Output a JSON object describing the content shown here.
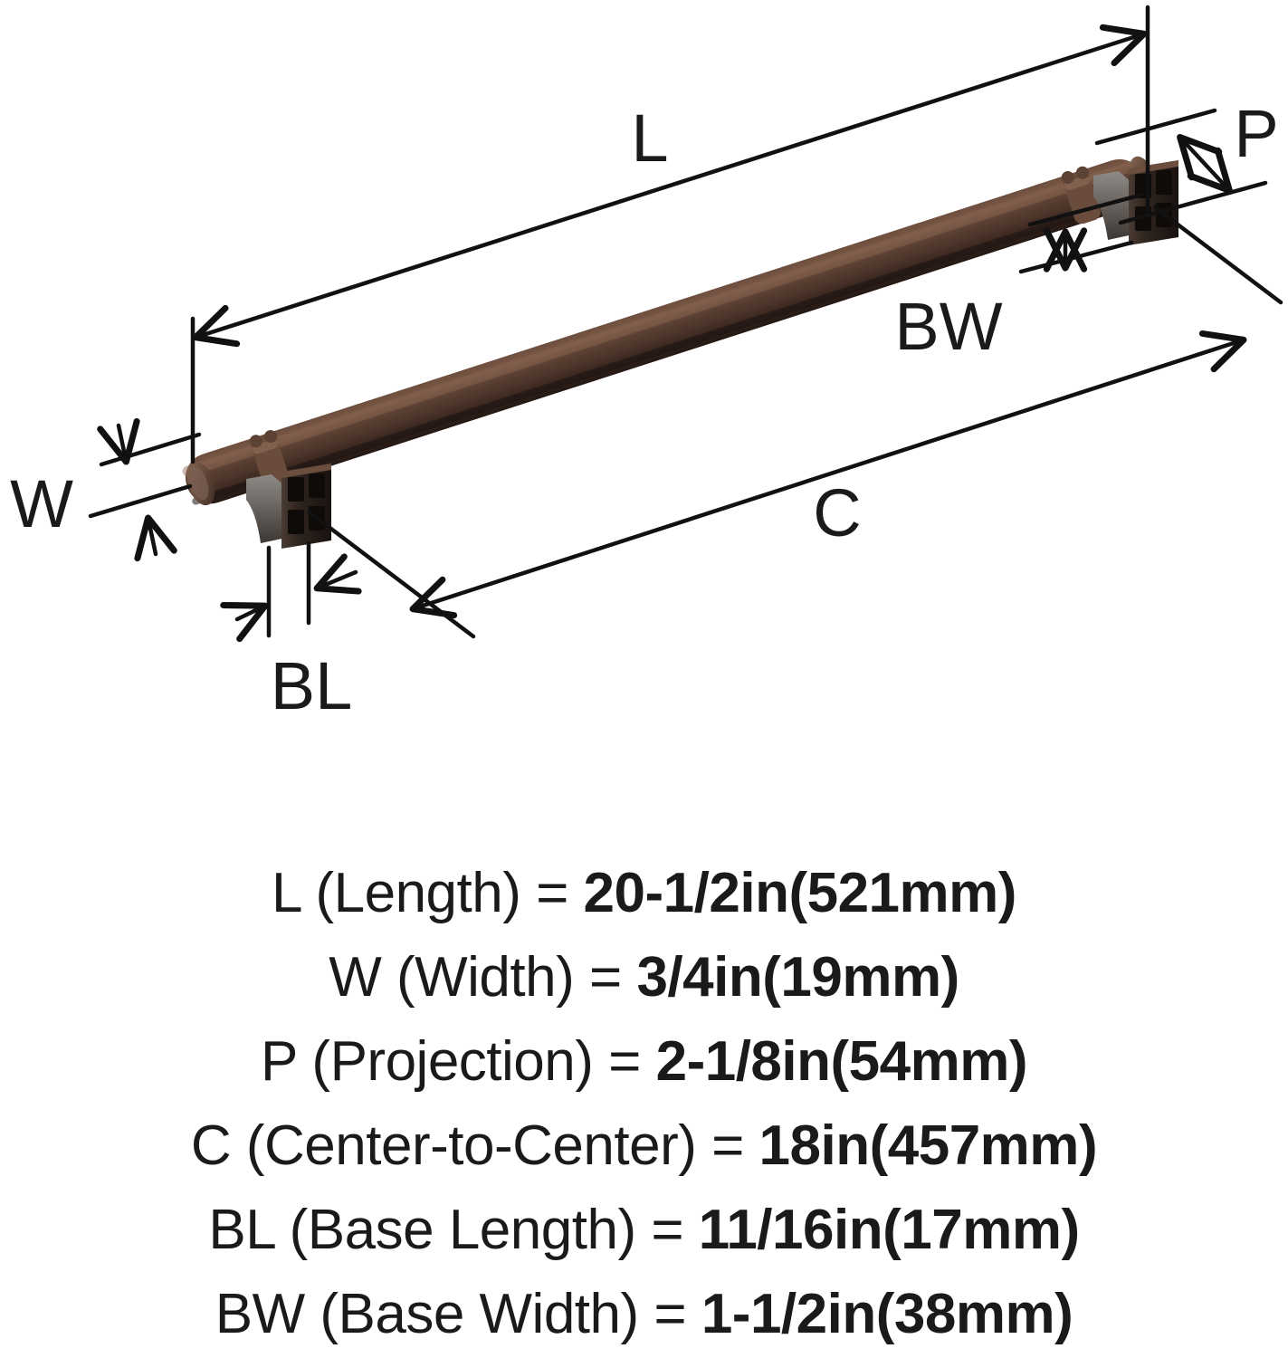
{
  "diagram": {
    "product": "cabinet-pull-handle",
    "finish_color": "#5a3f33",
    "line_color": "#111111",
    "background": "#ffffff",
    "callouts": [
      {
        "key": "L",
        "label": "L"
      },
      {
        "key": "W",
        "label": "W"
      },
      {
        "key": "P",
        "label": "P"
      },
      {
        "key": "C",
        "label": "C"
      },
      {
        "key": "BL",
        "label": "BL"
      },
      {
        "key": "BW",
        "label": "BW"
      }
    ]
  },
  "legend": {
    "lines": [
      {
        "key": "L",
        "label": "L (Length) = ",
        "value": "20-1/2in(521mm)"
      },
      {
        "key": "W",
        "label": "W (Width) = ",
        "value": "3/4in(19mm)"
      },
      {
        "key": "P",
        "label": "P (Projection) = ",
        "value": "2-1/8in(54mm)"
      },
      {
        "key": "C",
        "label": "C (Center-to-Center) = ",
        "value": "18in(457mm)"
      },
      {
        "key": "BL",
        "label": "BL (Base Length) = ",
        "value": "11/16in(17mm)"
      },
      {
        "key": "BW",
        "label": "BW (Base Width) = ",
        "value": "1-1/2in(38mm)"
      }
    ]
  }
}
